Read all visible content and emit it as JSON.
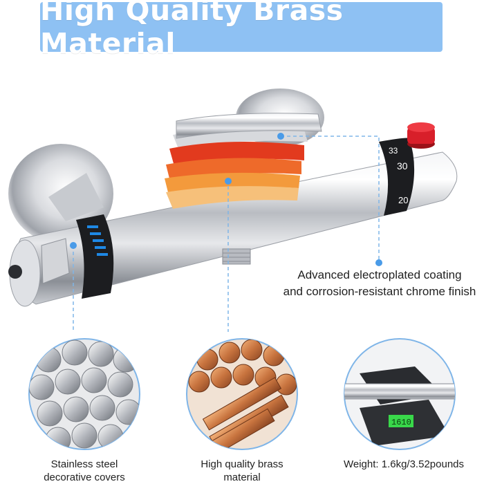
{
  "banner": {
    "title": "High Quality Brass Material",
    "color": "#8ec1f3"
  },
  "thermostat_scale": {
    "marks": [
      "33",
      "30",
      "20"
    ]
  },
  "callout": {
    "line1": "Advanced electroplated coating",
    "line2": "and corrosion-resistant chrome finish"
  },
  "features": [
    {
      "name": "stainless-steel",
      "line1": "Stainless steel",
      "line2": "decorative covers"
    },
    {
      "name": "brass",
      "line1": "High quality brass",
      "line2": "material"
    },
    {
      "name": "weight",
      "line1": "Weight: 1.6kg/3.52pounds",
      "line2": ""
    }
  ],
  "scale_display": {
    "reading": "1610"
  },
  "colors": {
    "accent_blue": "#1e88e5",
    "copper_red": "#e23a1e",
    "knob_red": "#d81f2a"
  }
}
